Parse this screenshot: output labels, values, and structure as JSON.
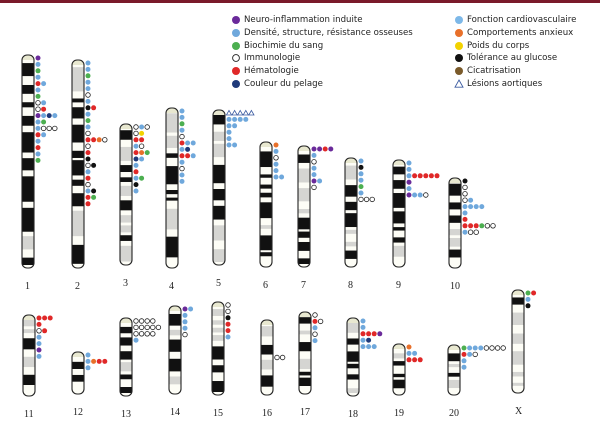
{
  "colors": {
    "neuro": "#6a2a9a",
    "density": "#6fa8dc",
    "biochem": "#4caf50",
    "immuno": "#ffffff",
    "hemato": "#e02828",
    "coat": "#1f3a7a",
    "cardio": "#7db8e8",
    "anxiety": "#e8702a",
    "weight": "#f2d200",
    "glucose": "#111111",
    "healing": "#7a5a2a",
    "aortic": "#3a5aa0",
    "topbar": "#7a1a2a"
  },
  "legend": {
    "left": [
      {
        "key": "neuro",
        "symbol": "dot",
        "label": "Neuro-inflammation induite"
      },
      {
        "key": "density",
        "symbol": "dot",
        "label": "Densité, structure, résistance osseuses"
      },
      {
        "key": "biochem",
        "symbol": "dot",
        "label": "Biochimie du sang"
      },
      {
        "key": "immuno",
        "symbol": "ring",
        "label": "Immunologie"
      },
      {
        "key": "hemato",
        "symbol": "dot",
        "label": "Hématologie"
      },
      {
        "key": "coat",
        "symbol": "dot",
        "label": "Couleur du pelage"
      }
    ],
    "right": [
      {
        "key": "cardio",
        "symbol": "dot",
        "label": "Fonction cardiovasculaire"
      },
      {
        "key": "anxiety",
        "symbol": "dot",
        "label": "Comportements anxieux"
      },
      {
        "key": "weight",
        "symbol": "dot",
        "label": "Poids du corps"
      },
      {
        "key": "glucose",
        "symbol": "dot",
        "label": "Tolérance au glucose"
      },
      {
        "key": "healing",
        "symbol": "dot",
        "label": "Cicatrisation"
      },
      {
        "key": "aortic",
        "symbol": "triangle",
        "label": "Lésions aortiques"
      }
    ]
  },
  "chromosomes": [
    {
      "label": "1",
      "loci": [
        [
          "neuro"
        ],
        [
          "density"
        ],
        [
          "biochem"
        ],
        [
          "density"
        ],
        [
          "hemato",
          "density"
        ],
        [
          "density"
        ],
        [
          "biochem"
        ],
        [
          "immuno",
          "density"
        ],
        [
          "immuno",
          "hemato"
        ],
        [
          "neuro",
          "density",
          "coat",
          "density"
        ],
        [
          "density",
          "biochem"
        ],
        [
          "density",
          "immuno",
          "immuno",
          "immuno"
        ],
        [
          "hemato",
          "density"
        ],
        [
          "density"
        ],
        [
          "hemato"
        ],
        [
          "density"
        ],
        [
          "biochem"
        ]
      ]
    },
    {
      "label": "2",
      "loci": [
        [
          "density"
        ],
        [
          "density"
        ],
        [
          "biochem"
        ],
        [
          "density"
        ],
        [
          "density"
        ],
        [
          "immuno"
        ],
        [
          "density"
        ],
        [
          "glucose",
          "hemato"
        ],
        [
          "density"
        ],
        [
          "biochem"
        ],
        [
          "density"
        ],
        [
          "immuno"
        ],
        [
          "hemato",
          "hemato",
          "anxiety",
          "immuno"
        ],
        [
          "immuno"
        ],
        [
          "hemato"
        ],
        [
          "glucose"
        ],
        [
          "immuno",
          "glucose"
        ],
        [
          "density"
        ],
        [
          "hemato"
        ],
        [
          "immuno"
        ],
        [
          "density",
          "glucose"
        ],
        [
          "hemato",
          "biochem"
        ],
        [
          "hemato"
        ]
      ]
    },
    {
      "label": "3",
      "loci": [
        [
          "immuno",
          "density",
          "immuno"
        ],
        [
          "immuno",
          "weight"
        ],
        [
          "hemato",
          "hemato"
        ],
        [
          "density",
          "immuno"
        ],
        [
          "hemato",
          "anxiety",
          "biochem"
        ],
        [
          "coat",
          "density"
        ],
        [
          "density"
        ],
        [
          "hemato"
        ],
        [
          "density",
          "biochem"
        ],
        [
          "glucose"
        ],
        [
          "density"
        ]
      ]
    },
    {
      "label": "4",
      "loci": [
        [
          "density"
        ],
        [
          "density"
        ],
        [
          "biochem"
        ],
        [
          "density"
        ],
        [
          "immuno"
        ],
        [
          "hemato",
          "density",
          "density"
        ],
        [
          "density",
          "coat"
        ],
        [
          "hemato",
          "hemato",
          "density"
        ],
        [
          "density"
        ],
        [
          "immuno"
        ],
        [
          "density"
        ],
        [
          "density"
        ]
      ]
    },
    {
      "label": "5",
      "loci": [
        [
          "aortic",
          "aortic",
          "aortic",
          "aortic",
          "aortic"
        ],
        [
          "density",
          "density",
          "density",
          "density"
        ],
        [
          "density",
          "density"
        ],
        [
          "density"
        ],
        [
          "density"
        ],
        [
          "density",
          "density"
        ]
      ]
    },
    {
      "label": "6",
      "loci": [
        [
          "anxiety"
        ],
        [
          "density"
        ],
        [
          "immuno"
        ],
        [
          "density"
        ],
        [
          "density"
        ],
        [
          "density",
          "density"
        ]
      ]
    },
    {
      "label": "7",
      "loci": [
        [
          "neuro",
          "neuro",
          "hemato",
          "neuro"
        ],
        [
          "density"
        ],
        [
          "immuno"
        ],
        [
          "density"
        ],
        [
          "density"
        ],
        [
          "neuro",
          "density"
        ],
        [
          "immuno"
        ]
      ]
    },
    {
      "label": "8",
      "loci": [
        [
          "density"
        ],
        [
          "glucose"
        ],
        [
          "density"
        ],
        [
          "density"
        ],
        [
          "biochem"
        ],
        [
          "density"
        ],
        [
          "immuno",
          "immuno",
          "immuno"
        ]
      ]
    },
    {
      "label": "9",
      "loci": [
        [
          "density"
        ],
        [
          "density"
        ],
        [
          "density",
          "hemato",
          "hemato",
          "hemato",
          "hemato",
          "hemato"
        ],
        [
          "neuro"
        ],
        [
          "density"
        ],
        [
          "neuro",
          "density",
          "density",
          "immuno"
        ]
      ]
    },
    {
      "label": "10",
      "loci": [
        [
          "glucose"
        ],
        [
          "immuno"
        ],
        [
          "immuno"
        ],
        [
          "immuno",
          "density"
        ],
        [
          "density",
          "density",
          "density",
          "density"
        ],
        [
          "density"
        ],
        [
          "hemato"
        ],
        [
          "hemato",
          "hemato",
          "hemato",
          "biochem",
          "immuno",
          "immuno"
        ],
        [
          "density",
          "immuno",
          "immuno"
        ]
      ]
    },
    {
      "label": "11",
      "loci": [
        [
          "hemato",
          "hemato",
          "hemato"
        ],
        [
          "hemato"
        ],
        [
          "immuno",
          "hemato"
        ],
        [
          "density"
        ],
        [
          "density"
        ],
        [
          "neuro"
        ],
        [
          "density"
        ]
      ]
    },
    {
      "label": "12",
      "loci": [
        [
          "density"
        ],
        [
          "density",
          "anxiety",
          "hemato",
          "hemato"
        ],
        [
          "density"
        ]
      ]
    },
    {
      "label": "13",
      "loci": [
        [
          "immuno",
          "immuno",
          "immuno",
          "immuno"
        ],
        [
          "immuno",
          "immuno",
          "immuno",
          "immuno",
          "immuno"
        ],
        [
          "immuno",
          "immuno",
          "immuno",
          "immuno"
        ],
        [
          "density"
        ]
      ]
    },
    {
      "label": "14",
      "loci": [
        [
          "neuro",
          "density"
        ],
        [
          "density"
        ],
        [
          "density"
        ],
        [
          "density"
        ],
        [
          "immuno"
        ]
      ]
    },
    {
      "label": "15",
      "loci": [
        [
          "immuno"
        ],
        [
          "immuno"
        ],
        [
          "glucose"
        ],
        [
          "hemato"
        ],
        [
          "hemato"
        ],
        [
          "density"
        ]
      ]
    },
    {
      "label": "16",
      "loci": [
        [
          "immuno",
          "immuno"
        ]
      ]
    },
    {
      "label": "17",
      "loci": [
        [
          "immuno"
        ],
        [
          "hemato",
          "immuno"
        ],
        [
          "density"
        ],
        [
          "immuno"
        ],
        [
          "density"
        ]
      ]
    },
    {
      "label": "18",
      "loci": [
        [
          "density"
        ],
        [
          "density"
        ],
        [
          "hemato",
          "hemato",
          "hemato",
          "neuro"
        ],
        [
          "density",
          "coat"
        ],
        [
          "density",
          "density",
          "density"
        ]
      ]
    },
    {
      "label": "19",
      "loci": [
        [
          "anxiety"
        ],
        [
          "density",
          "density"
        ],
        [
          "hemato",
          "hemato",
          "hemato"
        ]
      ]
    },
    {
      "label": "20",
      "loci": [
        [
          "biochem",
          "density",
          "density",
          "density",
          "immuno",
          "immuno",
          "immuno",
          "immuno"
        ],
        [
          "hemato",
          "density",
          "immuno"
        ],
        [
          "density"
        ],
        [
          "density"
        ]
      ]
    },
    {
      "label": "X",
      "loci": [
        [
          "biochem",
          "hemato"
        ],
        [
          "density"
        ],
        [
          "glucose"
        ]
      ]
    }
  ]
}
